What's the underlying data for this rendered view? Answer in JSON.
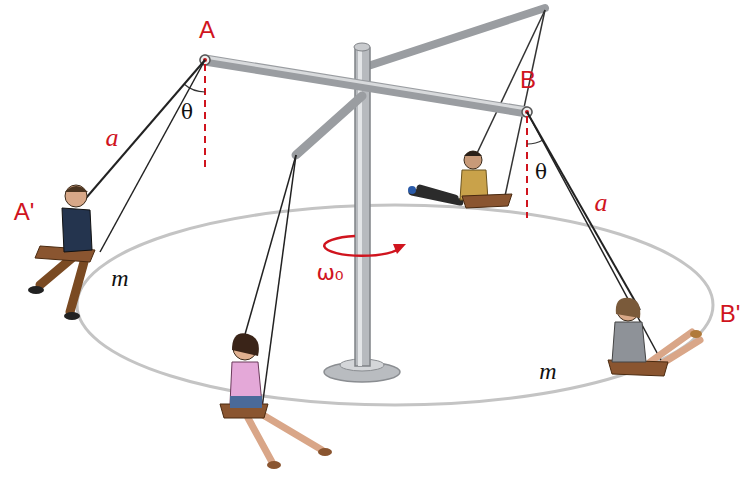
{
  "diagram": {
    "labels": [
      "A",
      "B",
      "θ",
      "a",
      "A'",
      "θ",
      "a",
      "m",
      "ω₀",
      "B'",
      "m"
    ]
  }
}
